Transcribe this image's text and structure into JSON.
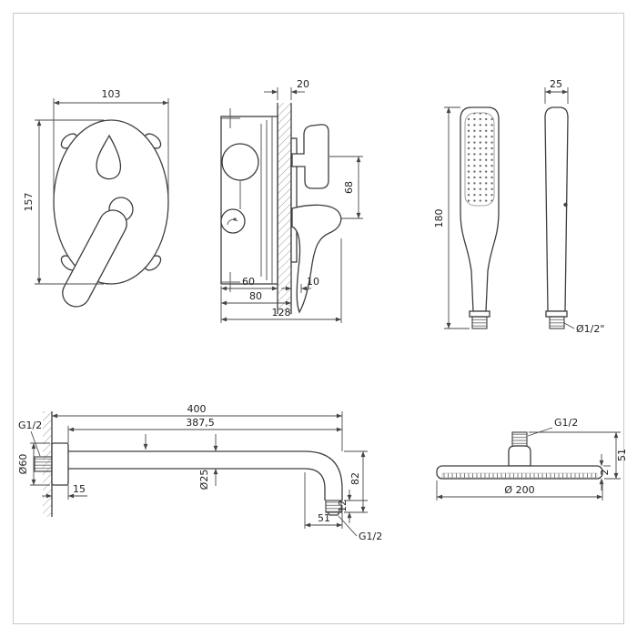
{
  "drawing": {
    "type": "technical-dimension-drawing",
    "subject": "concealed shower set (mixer, hand shower, shower arm, head shower)",
    "line_color": "#3d3d3d",
    "dim_color": "#4a4a4a",
    "background": "#ffffff"
  },
  "mixer_front": {
    "width": "103",
    "height": "157"
  },
  "mixer_side": {
    "wall_thickness": "20",
    "handle_spout_spacing": "68",
    "box_depth": "60",
    "depth_mid": "80",
    "depth_total": "128",
    "spout_gap": "10"
  },
  "hand_shower": {
    "width": "25",
    "length": "180",
    "connector_thread": "Ø1/2\""
  },
  "shower_arm": {
    "length_total": "400",
    "length_to_tip": "387,5",
    "wall_thread": "G1/2",
    "flange_diameter": "Ø60",
    "flange_depth": "15",
    "pipe_diameter": "Ø25",
    "tip_thread_length": "12",
    "tip_drop": "82",
    "tip_offset": "51",
    "tip_thread": "G1/2"
  },
  "head_shower": {
    "thread": "G1/2",
    "connector_height": "51",
    "rim_thickness": "2",
    "diameter": "Ø 200"
  }
}
